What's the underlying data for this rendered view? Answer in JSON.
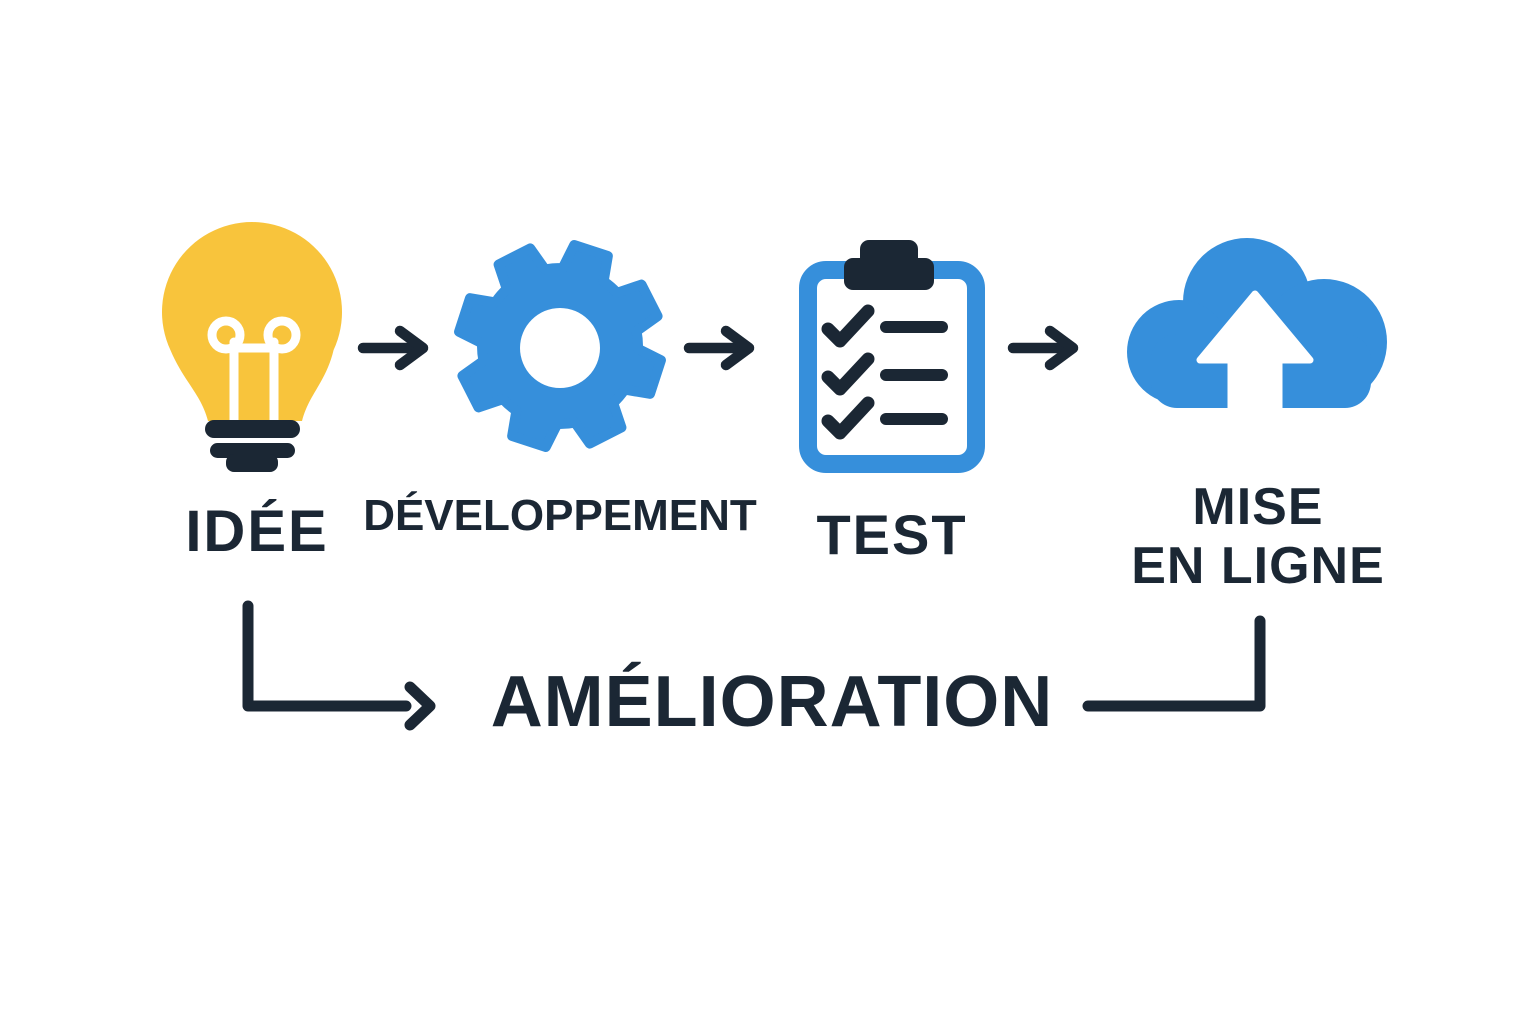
{
  "diagram": {
    "type": "process-flow",
    "description_visible_text_only": true
  },
  "steps": [
    {
      "label": "IDÉE",
      "icon": "lightbulb-icon"
    },
    {
      "label": "DÉVELOPPEMENT",
      "icon": "gear-icon"
    },
    {
      "label": "TEST",
      "icon": "clipboard-checklist-icon"
    },
    {
      "label": "MISE EN LIGNE",
      "lines": [
        "MISE",
        "EN LIGNE"
      ],
      "icon": "cloud-upload-icon"
    }
  ],
  "connectors": [
    {
      "icon": "arrow-right-icon",
      "from": "IDÉE",
      "to": "DÉVELOPPEMENT"
    },
    {
      "icon": "arrow-right-icon",
      "from": "DÉVELOPPEMENT",
      "to": "TEST"
    },
    {
      "icon": "arrow-right-icon",
      "from": "TEST",
      "to": "MISE EN LIGNE"
    }
  ],
  "feedback": {
    "label": "AMÉLIORATION",
    "from": "MISE EN LIGNE",
    "to": "IDÉE"
  },
  "colors": {
    "background": "#ffffff",
    "bulb_yellow": "#F8C43C",
    "accent_blue": "#368FDB",
    "navy": "#1B2734"
  }
}
